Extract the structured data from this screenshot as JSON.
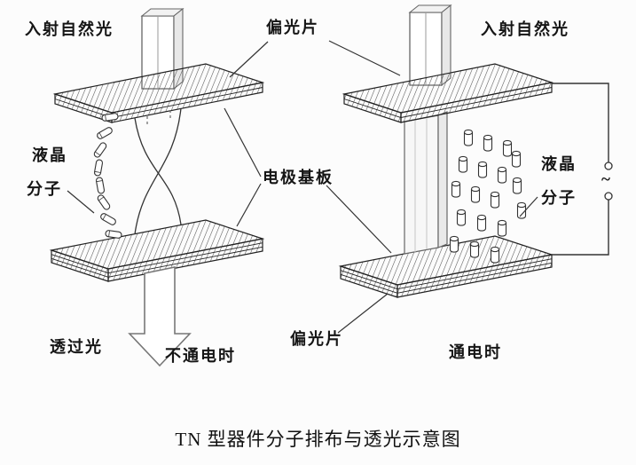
{
  "title": "TN 型器件分子排布与透光示意图",
  "labels": {
    "incident_left": "入射自然光",
    "incident_right": "入射自然光",
    "polarizer_top": "偏光片",
    "electrode_substrate": "电极基板",
    "lc_left_line1": "液晶",
    "lc_left_line2": "分子",
    "lc_right_line1": "液晶",
    "lc_right_line2": "分子",
    "transmitted_light": "透过光",
    "state_off": "不通电时",
    "state_on": "通电时",
    "polarizer_bottom": "偏光片",
    "ac_source": "~"
  },
  "colors": {
    "ink": "#1a1a1a",
    "background": "#fcfcfc"
  }
}
